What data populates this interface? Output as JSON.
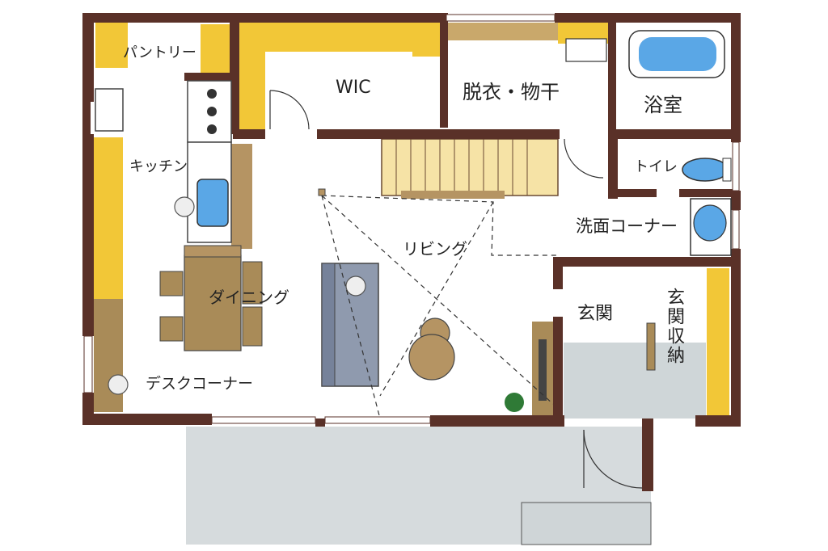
{
  "rooms": {
    "pantry": "パントリー",
    "wic": "WIC",
    "dressing": "脱衣・物干",
    "bath": "浴室",
    "toilet": "トイレ",
    "washroom": "洗面コーナー",
    "kitchen": "キッチン",
    "living": "リビング",
    "dining": "ダイニング",
    "entrance": "玄関",
    "storage": "玄関収納",
    "desk": "デスクコーナー"
  },
  "colors": {
    "wall": "#5a3128",
    "storage_yellow": "#f2c737",
    "wood": "#b59463",
    "water_blue": "#5aa7e6",
    "sofa_blue": "#8f9aae",
    "entry_floor": "#cfd6d8",
    "terrace": "#d6dbdd",
    "stair": "#f6e3a6"
  }
}
